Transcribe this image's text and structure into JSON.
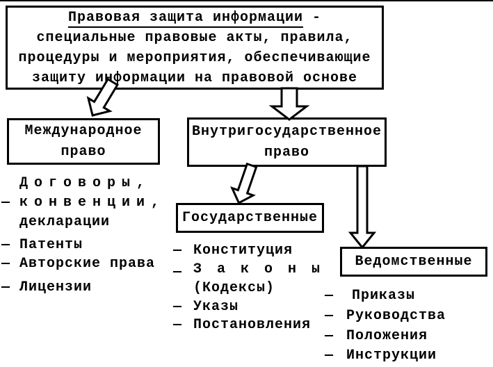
{
  "top": {
    "title": "Правовая защита информации",
    "title_suffix": " -",
    "lines": [
      "специальные правовые акты, правила,",
      "процедуры и мероприятия, обеспечивающие",
      "защиту информации на правовой основе"
    ]
  },
  "nodes": {
    "international": {
      "line1": "Международное",
      "line2": "право"
    },
    "domestic": {
      "line1": "Внутригосударственное",
      "line2": "право"
    },
    "state": {
      "label": "Государственные"
    },
    "departmental": {
      "label": "Ведомственные"
    }
  },
  "lists": {
    "international": {
      "item1_line1": "Договоры,",
      "item1_line2": "конвенции,",
      "item1_line3": "декларации",
      "item2": "Патенты",
      "item3": "Авторские права",
      "item4": "Лицензии"
    },
    "state": {
      "item1": "Конституция",
      "item2_line1": "Законы",
      "item2_line2": "(Кодексы)",
      "item3": "Указы",
      "item4": "Постановления"
    },
    "departmental": {
      "item1": "Приказы",
      "item2": "Руководства",
      "item3": "Положения",
      "item4": "Инструкции"
    }
  },
  "dash": "—",
  "colors": {
    "ink": "#000000",
    "background": "#ffffff"
  }
}
